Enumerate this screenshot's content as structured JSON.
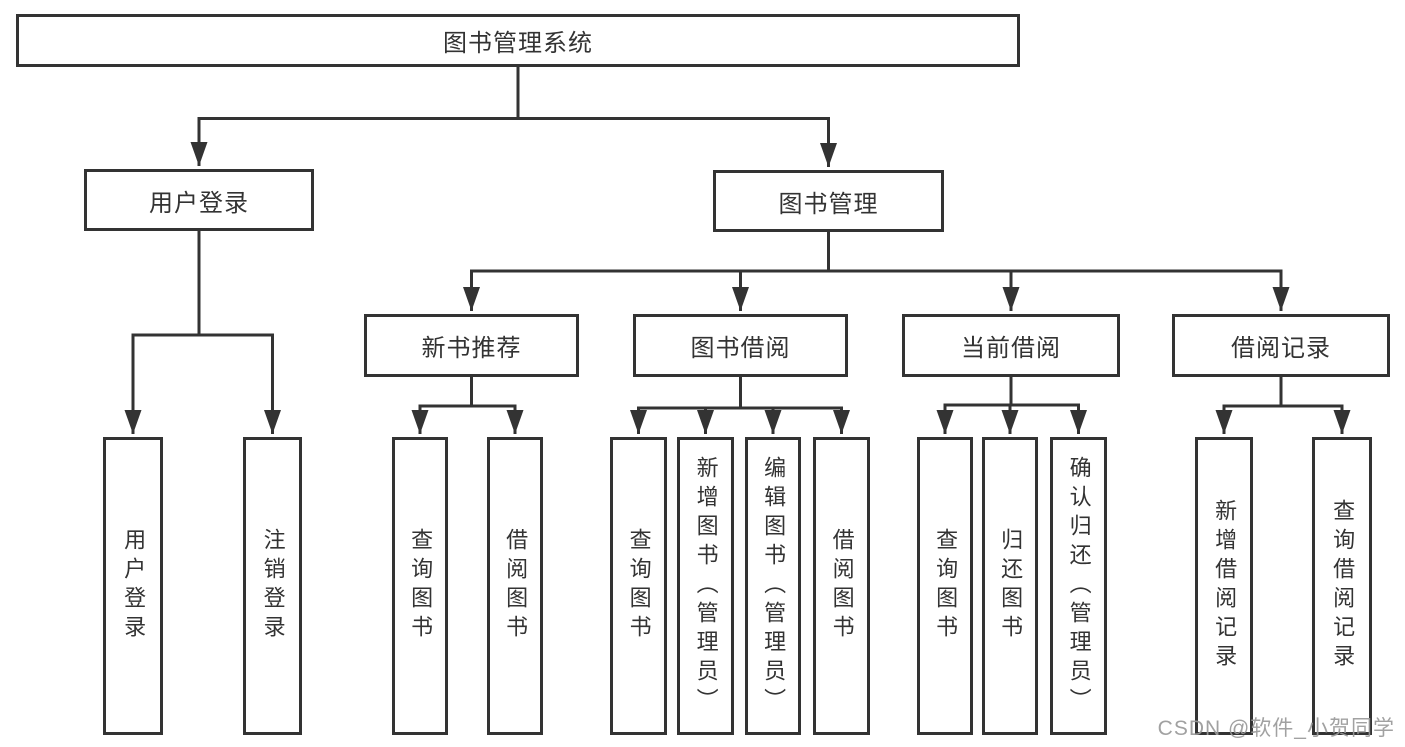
{
  "diagram": {
    "title": "图书管理系统",
    "watermark": "CSDN @软件_小贺同学",
    "colors": {
      "line": "#333333",
      "text": "#333333",
      "watermark": "#999999",
      "background": "#ffffff"
    },
    "root": {
      "label": "图书管理系统"
    },
    "level2": [
      {
        "label": "用户登录"
      },
      {
        "label": "图书管理"
      }
    ],
    "level3": [
      {
        "label": "新书推荐"
      },
      {
        "label": "图书借阅"
      },
      {
        "label": "当前借阅"
      },
      {
        "label": "借阅记录"
      }
    ],
    "leaves": [
      {
        "label": "用户登录",
        "parent": "用户登录"
      },
      {
        "label": "注销登录",
        "parent": "用户登录"
      },
      {
        "label": "查询图书",
        "parent": "新书推荐"
      },
      {
        "label": "借阅图书",
        "parent": "新书推荐"
      },
      {
        "label": "查询图书",
        "parent": "图书借阅"
      },
      {
        "label": "新增图书（管理员）",
        "parent": "图书借阅"
      },
      {
        "label": "编辑图书（管理员）",
        "parent": "图书借阅"
      },
      {
        "label": "借阅图书",
        "parent": "图书借阅"
      },
      {
        "label": "查询图书",
        "parent": "当前借阅"
      },
      {
        "label": "归还图书",
        "parent": "当前借阅"
      },
      {
        "label": "确认归还（管理员）",
        "parent": "当前借阅"
      },
      {
        "label": "新增借阅记录",
        "parent": "借阅记录"
      },
      {
        "label": "查询借阅记录",
        "parent": "借阅记录"
      }
    ],
    "structure": {
      "图书管理系统": {
        "用户登录": [
          "用户登录",
          "注销登录"
        ],
        "图书管理": {
          "新书推荐": [
            "查询图书",
            "借阅图书"
          ],
          "图书借阅": [
            "查询图书",
            "新增图书（管理员）",
            "编辑图书（管理员）",
            "借阅图书"
          ],
          "当前借阅": [
            "查询图书",
            "归还图书",
            "确认归还（管理员）"
          ],
          "借阅记录": [
            "新增借阅记录",
            "查询借阅记录"
          ]
        }
      }
    }
  }
}
